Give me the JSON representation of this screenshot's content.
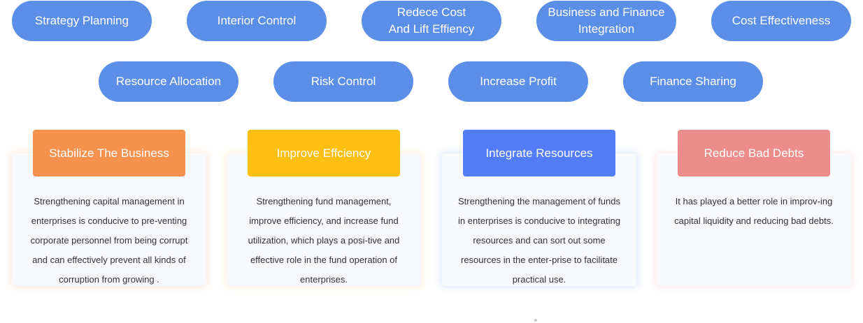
{
  "goals": {
    "row1": [
      "Strategy Planning",
      "Interior Control",
      "Redece Cost\nAnd Lift Effiency",
      "Business and Finance\nIntegration",
      "Cost Effectiveness"
    ],
    "row2": [
      "Resource Allocation",
      "Risk Control",
      "Increase Profit",
      "Finance Sharing"
    ],
    "color": "#5b8ee6"
  },
  "cards": [
    {
      "title": "Stabilize The Business",
      "color": "#f7924e",
      "text": "Strengthening capital management in enterprises is conducive to pre-venting corporate personnel from being corrupt and can effectively prevent all kinds of corruption from growing ."
    },
    {
      "title": "Improve Effciency",
      "color": "#fdbf12",
      "text": "Strengthening fund management, improve efficiency, and increase fund utilization, which plays a posi-tive and effective role in the fund operation  of enterprises."
    },
    {
      "title": "Integrate Resources",
      "color": "#537df7",
      "text": "Strengthening the management of funds in enterprises is conducive to integrating resources and can sort out some resources in the enter-prise to facilitate practical use."
    },
    {
      "title": "Reduce Bad Debts",
      "color": "#ec8c8b",
      "text": "It has played a better role in improv-ing capital liquidity and reducing bad debts."
    }
  ],
  "footnote": "。"
}
